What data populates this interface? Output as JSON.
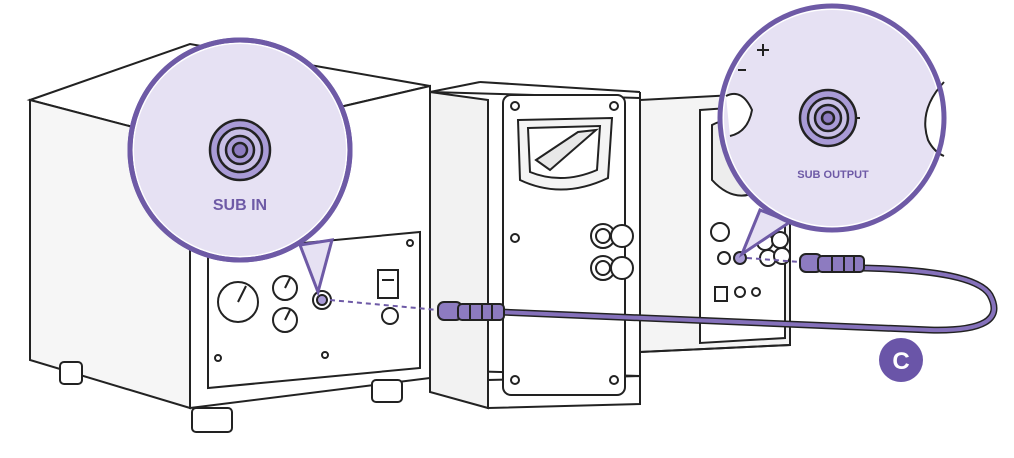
{
  "callouts": {
    "sub_in": "SUB IN",
    "sub_output": "SUB OUTPUT"
  },
  "step_badge": "C",
  "colors": {
    "accent": "#6e5aa6",
    "accent_fill": "#8d7bc0",
    "callout_fill": "#e6e1f3",
    "jack_fill": "#a99bd6",
    "outline": "#222222",
    "cable": "#8571bb",
    "badge": "#6a55a8"
  }
}
